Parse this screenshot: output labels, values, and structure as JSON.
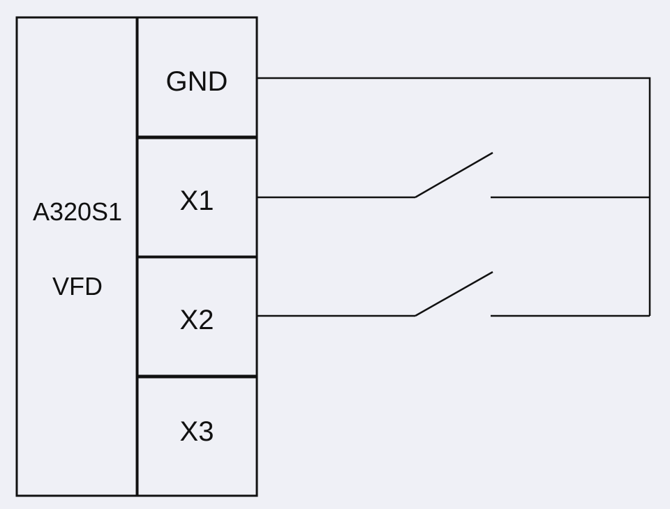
{
  "device": {
    "model": "A320S1",
    "type": "VFD"
  },
  "terminals": [
    {
      "id": "gnd",
      "label": "GND"
    },
    {
      "id": "x1",
      "label": "X1"
    },
    {
      "id": "x2",
      "label": "X2"
    },
    {
      "id": "x3",
      "label": "X3"
    }
  ],
  "switches": [
    {
      "id": "switch-x1",
      "connects": [
        "X1",
        "GND"
      ]
    },
    {
      "id": "switch-x2",
      "connects": [
        "X2",
        "GND"
      ]
    }
  ],
  "colors": {
    "background": "#eff0f6",
    "line": "#111111",
    "text": "#111111"
  }
}
